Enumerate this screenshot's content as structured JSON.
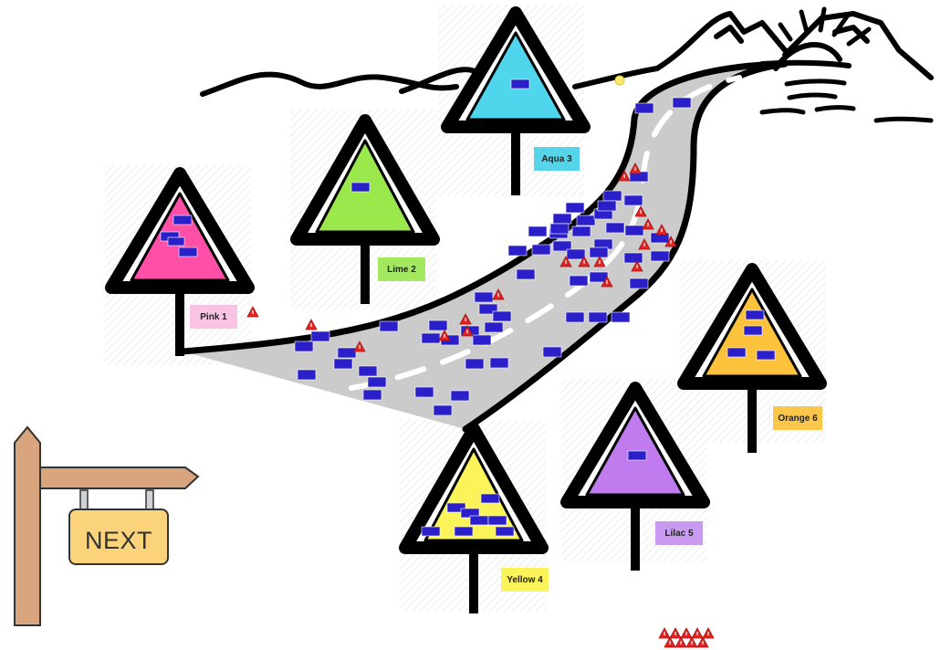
{
  "signs": [
    {
      "id": "pink",
      "label": "Pink 1",
      "color": "#ff4fa7",
      "label_bg": "#f9c4e4"
    },
    {
      "id": "lime",
      "label": "Lime 2",
      "color": "#9ae84c",
      "label_bg": "#a4e860"
    },
    {
      "id": "aqua",
      "label": "Aqua 3",
      "color": "#4fd6ec",
      "label_bg": "#56d5ea"
    },
    {
      "id": "yellow",
      "label": "Yellow 4",
      "color": "#fbf35a",
      "label_bg": "#fbf35a"
    },
    {
      "id": "lilac",
      "label": "Lilac 5",
      "color": "#c07bee",
      "label_bg": "#c99bf0"
    },
    {
      "id": "orange",
      "label": "Orange 6",
      "color": "#fcc23b",
      "label_bg": "#fbc74a"
    }
  ],
  "next_label": "NEXT",
  "colors": {
    "road": "#cbcbcb",
    "sticky_note": "#2a1fc9",
    "warning": "#e02424",
    "post_wood": "#d9a57f",
    "next_board": "#fbd37a"
  }
}
